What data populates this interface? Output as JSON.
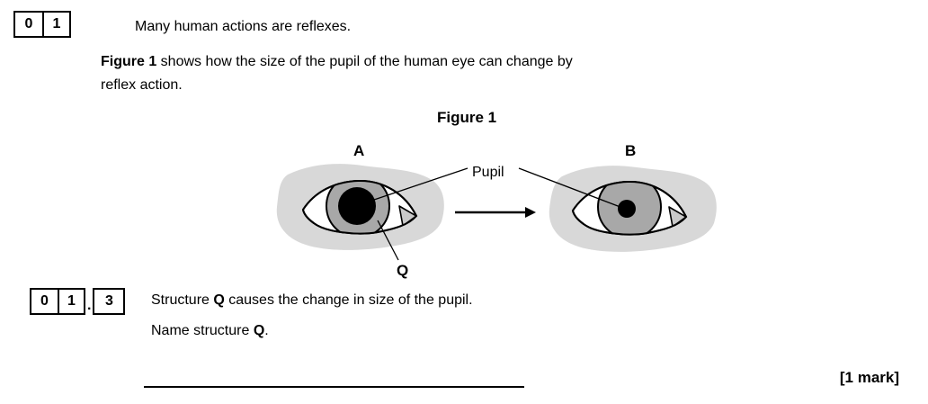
{
  "question": {
    "number_cells": [
      "0",
      "1"
    ],
    "intro": "Many human actions are reflexes.",
    "figure_intro_bold": "Figure 1",
    "figure_intro_line1_rest": " shows how the size of the pupil of the human eye can change by",
    "figure_intro_line2": "reflex action."
  },
  "figure": {
    "title": "Figure 1",
    "eye_a_label": "A",
    "eye_b_label": "B",
    "pupil_label": "Pupil",
    "q_label": "Q",
    "colors": {
      "skin": "#d8d8d8",
      "sclera": "#ffffff",
      "iris": "#a8a8a8",
      "pupil": "#000000",
      "caruncle": "#c9c9c9",
      "outline": "#000000"
    }
  },
  "sub_question": {
    "number_cells": [
      "0",
      "1"
    ],
    "separator": ".",
    "part_cell": "3",
    "statement_pre": "Structure ",
    "statement_bold": "Q",
    "statement_post": " causes the change in size of the pupil.",
    "prompt_pre": "Name structure ",
    "prompt_bold": "Q",
    "prompt_post": ".",
    "marks": "[1 mark]"
  }
}
